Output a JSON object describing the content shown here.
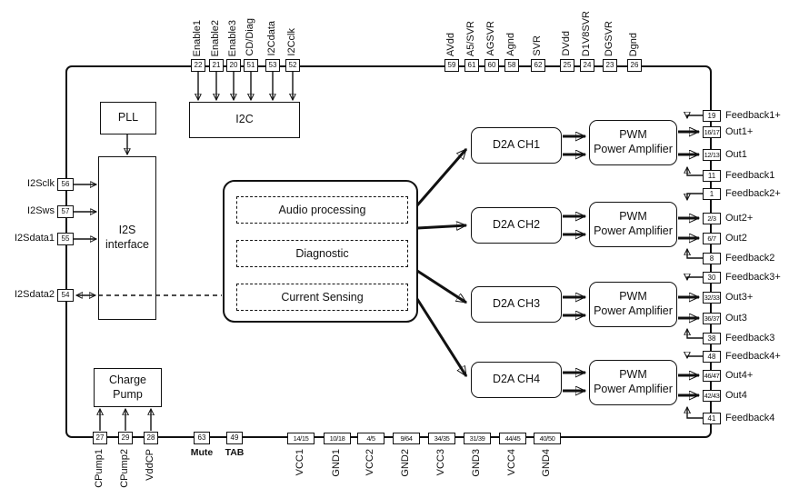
{
  "colors": {
    "ink": "#111111",
    "background": "#ffffff"
  },
  "blocks": {
    "pll": "PLL",
    "i2c": "I2C",
    "i2s_line1": "I2S",
    "i2s_line2": "interface",
    "charge_pump_line1": "Charge",
    "charge_pump_line2": "Pump",
    "core": {
      "audio_processing": "Audio processing",
      "diagnostic": "Diagnostic",
      "current_sensing": "Current Sensing"
    },
    "d2a": [
      "D2A CH1",
      "D2A CH2",
      "D2A CH3",
      "D2A CH4"
    ],
    "pwm_line1": "PWM",
    "pwm_line2": "Power Amplifier"
  },
  "pins": {
    "top_left": [
      {
        "number": "22",
        "label": "Enable1"
      },
      {
        "number": "21",
        "label": "Enable2"
      },
      {
        "number": "20",
        "label": "Enable3"
      },
      {
        "number": "51",
        "label": "CD/Diag"
      },
      {
        "number": "53",
        "label": "I2Cdata"
      },
      {
        "number": "52",
        "label": "I2Cclk"
      }
    ],
    "top_right": [
      {
        "number": "59",
        "label": "AVdd"
      },
      {
        "number": "61",
        "label": "A5/SVR"
      },
      {
        "number": "60",
        "label": "AGSVR"
      },
      {
        "number": "58",
        "label": "Agnd"
      },
      {
        "number": "62",
        "label": "SVR"
      },
      {
        "number": "25",
        "label": "DVdd"
      },
      {
        "number": "24",
        "label": "D1V8SVR"
      },
      {
        "number": "23",
        "label": "DGSVR"
      },
      {
        "number": "26",
        "label": "Dgnd"
      }
    ],
    "left": [
      {
        "number": "56",
        "label": "I2Sclk"
      },
      {
        "number": "57",
        "label": "I2Sws"
      },
      {
        "number": "55",
        "label": "I2Sdata1"
      },
      {
        "number": "54",
        "label": "I2Sdata2"
      }
    ],
    "right": [
      {
        "number": "19",
        "label": "Feedback1+"
      },
      {
        "number": "16/17",
        "label": "Out1+"
      },
      {
        "number": "12/13",
        "label": "Out1"
      },
      {
        "number": "11",
        "label": "Feedback1"
      },
      {
        "number": "1",
        "label": "Feedback2+"
      },
      {
        "number": "2/3",
        "label": "Out2+"
      },
      {
        "number": "6/7",
        "label": "Out2"
      },
      {
        "number": "8",
        "label": "Feedback2"
      },
      {
        "number": "30",
        "label": "Feedback3+"
      },
      {
        "number": "32/33",
        "label": "Out3+"
      },
      {
        "number": "36/37",
        "label": "Out3"
      },
      {
        "number": "38",
        "label": "Feedback3"
      },
      {
        "number": "48",
        "label": "Feedback4+"
      },
      {
        "number": "46/47",
        "label": "Out4+"
      },
      {
        "number": "42/43",
        "label": "Out4"
      },
      {
        "number": "41",
        "label": "Feedback4"
      }
    ],
    "bottom_left": [
      {
        "number": "27",
        "label": "CPump1"
      },
      {
        "number": "29",
        "label": "CPump2"
      },
      {
        "number": "28",
        "label": "VddCP"
      }
    ],
    "bottom_mid": [
      {
        "number": "63",
        "label": "Mute"
      },
      {
        "number": "49",
        "label": "TAB"
      }
    ],
    "bottom_supply": [
      {
        "number": "14/15",
        "label": "VCC1"
      },
      {
        "number": "10/18",
        "label": "GND1"
      },
      {
        "number": "4/5",
        "label": "VCC2"
      },
      {
        "number": "9/64",
        "label": "GND2"
      },
      {
        "number": "34/35",
        "label": "VCC3"
      },
      {
        "number": "31/39",
        "label": "GND3"
      },
      {
        "number": "44/45",
        "label": "VCC4"
      },
      {
        "number": "40/50",
        "label": "GND4"
      }
    ]
  }
}
